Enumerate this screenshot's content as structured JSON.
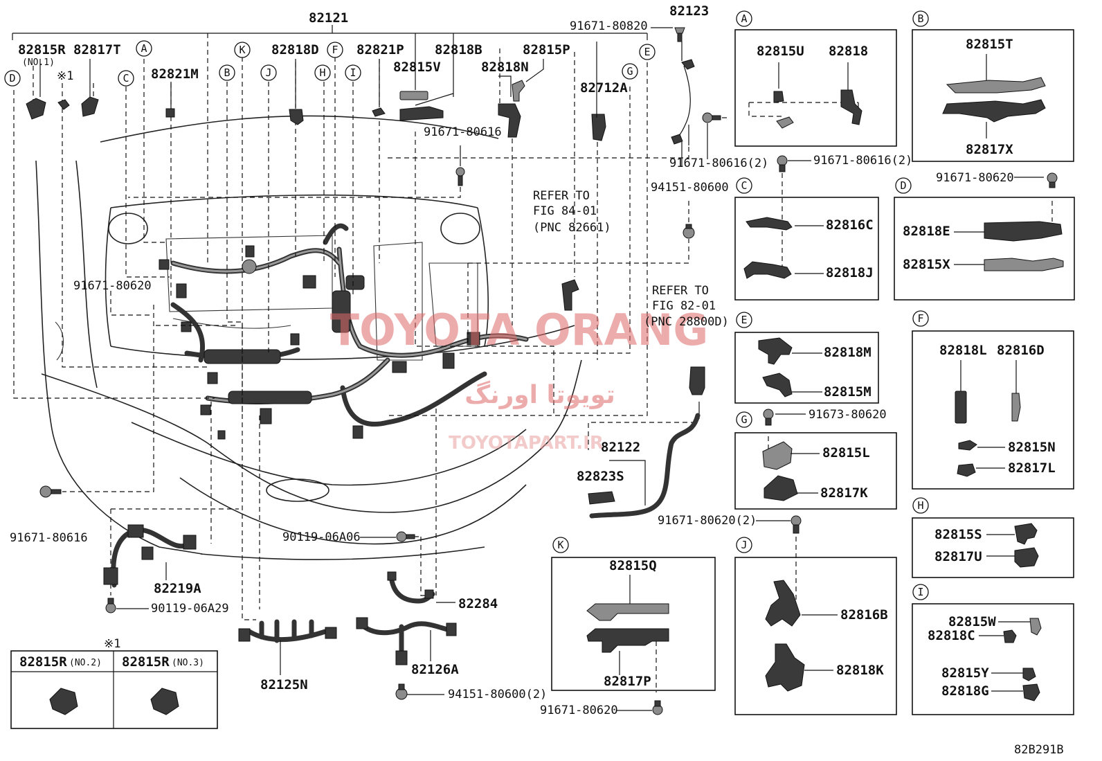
{
  "diagram": {
    "figure_code": "82B291B",
    "watermarks": {
      "main": "TOYOTA ORANG",
      "arabic": "تویوتا اورنگ",
      "url": "TOYOTAPART.IR"
    },
    "colors": {
      "ink": "#111111",
      "watermark": "#e06a6a",
      "background": "#ffffff"
    },
    "main_labels": {
      "l82121": "82121",
      "l82815R": "82815R",
      "l_no1": "(NO.1)",
      "l82817T": "82817T",
      "l_note1": "※1",
      "l82821M": "82821M",
      "l82818D": "82818D",
      "l82821P": "82821P",
      "l82818B": "82818B",
      "l82815P": "82815P",
      "l82815V": "82815V",
      "l82818N": "82818N",
      "l82712A": "82712A",
      "l91671_80820": "91671-80820",
      "l82123": "82123",
      "l91671_80616_top": "91671-80616",
      "l91671_80616_2": "91671-80616(2)",
      "l94151_80600": "94151-80600",
      "l91671_80620_left": "91671-80620",
      "l91671_80616_left": "91671-80616",
      "l82122": "82122",
      "l82823S": "82823S",
      "l91671_80620_2": "91671-80620(2)",
      "l90119_06A06": "90119-06A06",
      "l82219A": "82219A",
      "l90119_06A29": "90119-06A29",
      "l82284": "82284",
      "l82125N": "82125N",
      "l82126A": "82126A",
      "l94151_80600_2": "94151-80600(2)",
      "l91671_80620_bottom": "91671-80620"
    },
    "refer1": {
      "line1": "REFER TO",
      "line2": "FIG 84-01",
      "line3": "(PNC 82661)"
    },
    "refer2": {
      "line1": "REFER TO",
      "line2": "FIG 82-01",
      "line3": "(PNC 28800D)"
    },
    "callouts": {
      "A": "A",
      "B": "B",
      "C": "C",
      "D": "D",
      "E": "E",
      "F": "F",
      "G": "G",
      "H": "H",
      "I": "I",
      "J": "J",
      "K": "K"
    },
    "detail": {
      "A": {
        "p1": "82815U",
        "p2": "82818"
      },
      "B": {
        "p1": "82815T",
        "p2": "82817X",
        "bolt": "91671-80620"
      },
      "C": {
        "p1": "82816C",
        "p2": "82818J",
        "bolt": "91671-80616(2)"
      },
      "D": {
        "p1": "82818E",
        "p2": "82815X"
      },
      "E": {
        "p1": "82818M",
        "p2": "82815M"
      },
      "F": {
        "p1": "82818L",
        "p2": "82816D",
        "p3": "82815N",
        "p4": "82817L"
      },
      "G": {
        "p1": "82815L",
        "p2": "82817K",
        "bolt": "91673-80620"
      },
      "H": {
        "p1": "82815S",
        "p2": "82817U"
      },
      "I": {
        "p1": "82815W",
        "p2": "82818C",
        "p3": "82815Y",
        "p4": "82818G"
      },
      "J": {
        "p1": "82816B",
        "p2": "82818K"
      },
      "K": {
        "p1": "82815Q",
        "p2": "82817P"
      }
    },
    "note_table": {
      "title": "※1",
      "col1": {
        "part": "82815R",
        "suffix": "(NO.2)"
      },
      "col2": {
        "part": "82815R",
        "suffix": "(NO.3)"
      }
    }
  }
}
